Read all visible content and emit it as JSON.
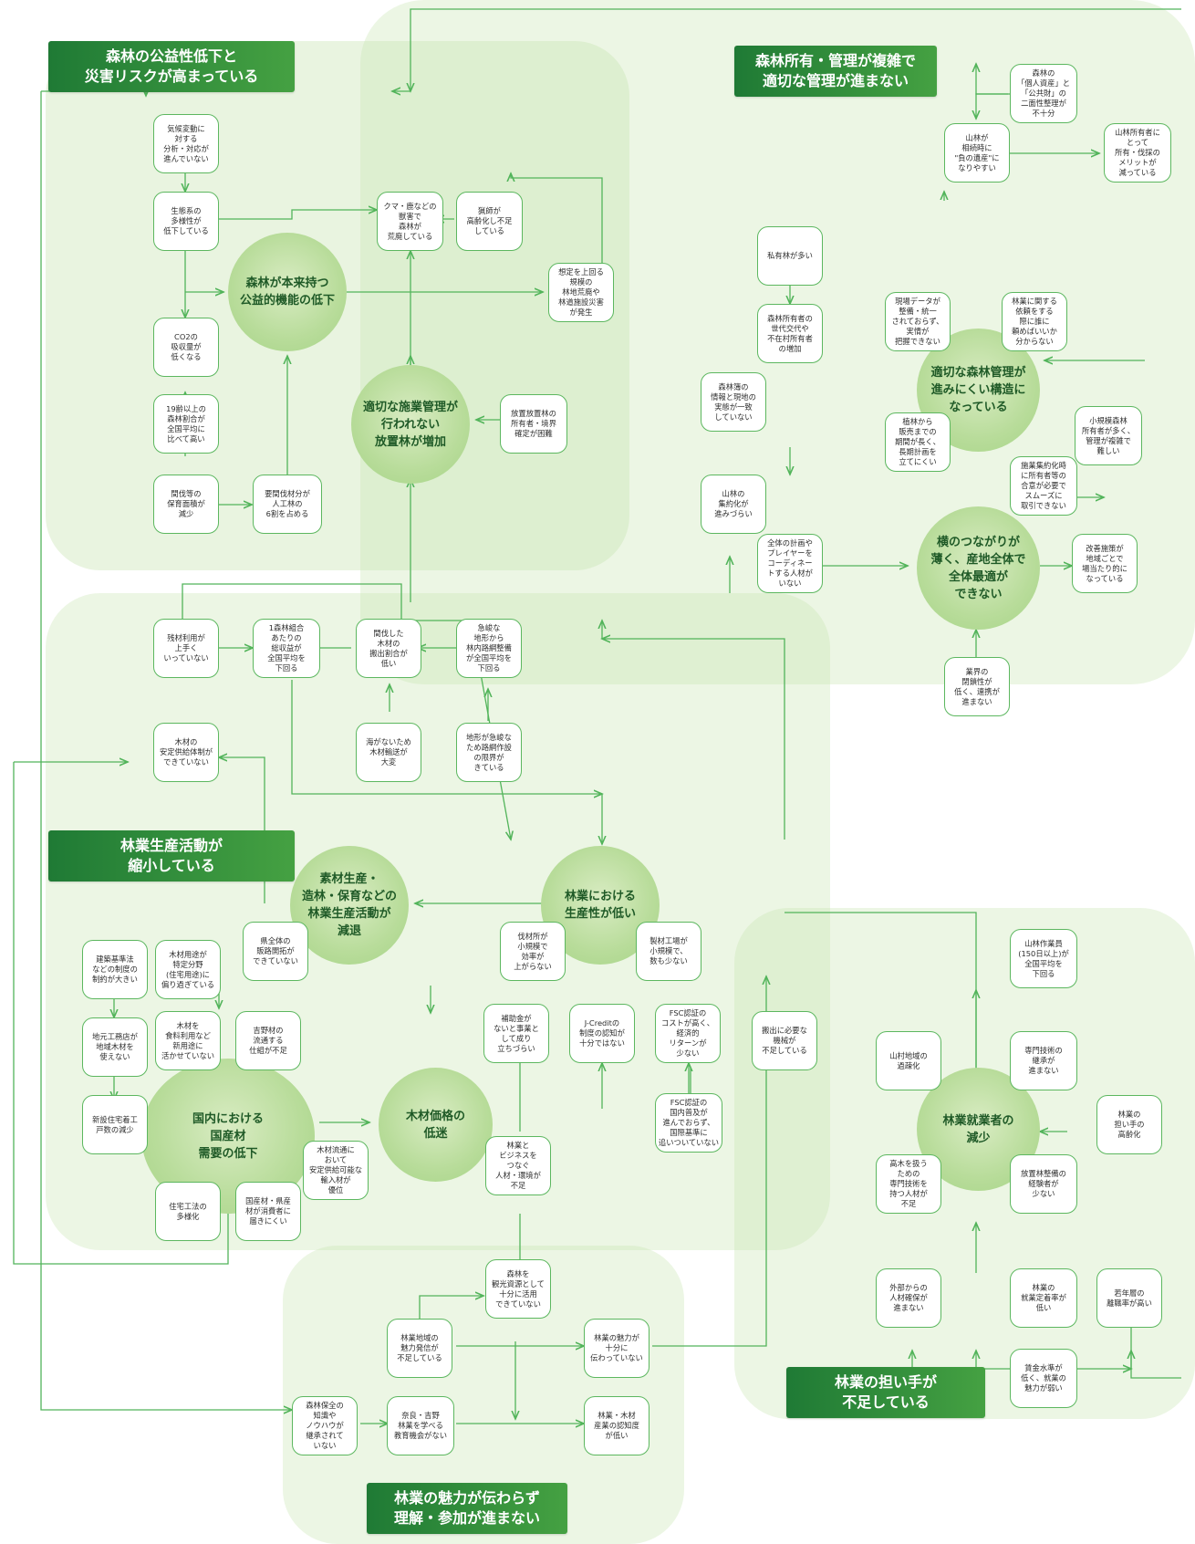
{
  "banners": {
    "b1": "森林の公益性低下と\n災害リスクが高まっている",
    "b2": "森林所有・管理が複雑で\n適切な管理が進まない",
    "b3": "林業生産活動が\n縮小している",
    "b4": "林業の担い手が\n不足している",
    "b5": "林業の魅力が伝わらず\n理解・参加が進まない"
  },
  "hubs": {
    "h1": "森林が本来持つ\n公益的機能の低下",
    "h2": "適切な施業管理が\n行われない\n放置林が増加",
    "h3": "適切な森林管理が\n進みにくい構造に\nなっている",
    "h4": "横のつながりが\n薄く、産地全体で\n全体最適が\nできない",
    "h5": "素材生産・\n造林・保育などの\n林業生産活動が\n減退",
    "h6": "林業における\n生産性が低い",
    "h7": "国内における\n国産材\n需要の低下",
    "h8": "木材価格の\n低迷",
    "h9": "林業就業者の\n減少"
  },
  "nodes": {
    "n1": "気候変動に\n対する\n分析・対応が\n進んでいない",
    "n2": "生態系の\n多様性が\n低下している",
    "n3": "CO2の\n吸収量が\n低くなる",
    "n4": "19齢以上の\n森林割合が\n全国平均に\n比べて高い",
    "n5": "間伐等の\n保育面積が\n減少",
    "n6": "要間伐材分が\n人工林の\n6割を占める",
    "n7": "クマ・鹿などの\n獣害で\n森林が\n荒廃している",
    "n8": "猟師が\n高齢化し不足\nしている",
    "n9": "想定を上回る\n規模の\n林地荒廃や\n林道施設災害\nが発生",
    "n10": "放置放置林の\n所有者・境界\n確定が困難",
    "n11": "森林の\n「個人資産」と\n「公共財」の\n二面性整理が\n不十分",
    "n12": "山林が\n相続時に\n\"負の遺産\"に\nなりやすい",
    "n13": "山林所有者に\nとって\n所有・伐採の\nメリットが\n減っている",
    "n14": "私有林が多い",
    "n15": "森林所有者の\n世代交代や\n不在村所有者\nの増加",
    "n16": "現場データが\n整備・統一\nされておらず、\n実情が\n把握できない",
    "n17": "林業に関する\n依頼をする\n際に誰に\n頼めばいいか\n分からない",
    "n18": "森林簿の\n情報と現地の\n実態が一致\nしていない",
    "n19": "植林から\n販売までの\n期間が長く、\n長期計画を\n立てにくい",
    "n20": "小規模森林\n所有者が多く、\n管理が複雑で\n難しい",
    "n21": "山林の\n集約化が\n進みづらい",
    "n22": "施業集約化時\nに所有者等の\n合意が必要で\nスムーズに\n取引できない",
    "n23": "全体の計画や\nプレイヤーを\nコーディネー\nトする人材が\nいない",
    "n24": "改善施策が\n地域ごとで\n場当たり的に\nなっている",
    "n25": "業界の\n閉鎖性が\n低く、連携が\n進まない",
    "n26": "残材利用が\n上手く\nいっていない",
    "n27": "1森林組合\nあたりの\n総収益が\n全国平均を\n下回る",
    "n28": "間伐した\n木材の\n搬出割合が\n低い",
    "n29": "急峻な\n地形から\n林内路網整備\nが全国平均を\n下回る",
    "n30": "海がないため\n木材輸送が\n大変",
    "n31": "地形が急峻な\nため路網作設\nの限界が\nきている",
    "n32": "木材の\n安定供給体制が\nできていない",
    "n33": "県全体の\n販路開拓が\nできていない",
    "n34": "伐材所が\n小規模で\n効率が\n上がらない",
    "n35": "製材工場が\n小規模で、\n数も少ない",
    "n36": "建築基準法\nなどの制度の\n制約が大きい",
    "n37": "木材用途が\n特定分野\n(住宅用途)に\n偏り過ぎている",
    "n38": "地元工務店が\n地域木材を\n使えない",
    "n39": "木材を\n食料利用など\n新用途に\n活かせていない",
    "n40": "吉野材の\n流通する\n仕組が不足",
    "n41": "新設住宅着工\n戸数の減少",
    "n42": "補助金が\nないと事業と\nして成り\n立ちづらい",
    "n43": "J-Creditの\n制度の認知が\n十分ではない",
    "n44": "FSC認証の\nコストが高く、\n経済的\nリターンが\n少ない",
    "n45": "FSC認証の\n国内普及が\n進んでおらず、\n国際基準に\n追いついていない",
    "n46": "搬出に必要な\n機械が\n不足している",
    "n47": "山林作業員\n(150日以上)が\n全国平均を\n下回る",
    "n48": "専門技術の\n継承が\n進まない",
    "n49": "山村地域の\n過疎化",
    "n50": "林業の\n担い手の\n高齢化",
    "n51": "高木を扱う\nための\n専門技術を\n持つ人材が\n不足",
    "n52": "放置林整備の\n経験者が\n少ない",
    "n53": "木材流通に\nおいて\n安定供給可能な\n輸入材が\n優位",
    "n54": "林業と\nビジネスを\nつなぐ\n人材・環境が\n不足",
    "n55": "住宅工法の\n多様化",
    "n56": "国産材・県産\n材が消費者に\n届きにくい",
    "n57": "外部からの\n人材確保が\n進まない",
    "n58": "林業の\n就業定着率が\n低い",
    "n59": "若年層の\n離職率が高い",
    "n60": "森林を\n観光資源として\n十分に活用\nできていない",
    "n61": "林業地域の\n魅力発信が\n不足している",
    "n62": "林業の魅力が\n十分に\n伝わっていない",
    "n63": "賃金水準が\n低く、就業の\n魅力が弱い",
    "n64": "森林保全の\n知識や\nノウハウが\n継承されて\nいない",
    "n65": "奈良・吉野\n林業を学べる\n教育機会がない",
    "n66": "林業・木材\n産業の認知度\nが低い"
  }
}
